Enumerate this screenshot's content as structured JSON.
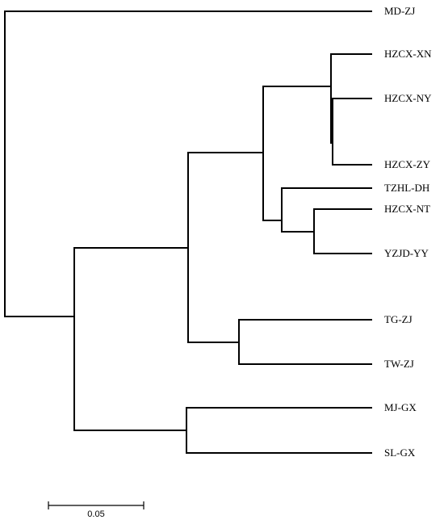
{
  "tree": {
    "taxa": {
      "md_zj": "MD-ZJ",
      "hzcx_xn": "HZCX-XN",
      "hzcx_ny": "HZCX-NY",
      "hzcx_zy": "HZCX-ZY",
      "tzhl_dh": "TZHL-DH",
      "hzcx_nt": "HZCX-NT",
      "yzjd_yy": "YZJD-YY",
      "tg_zj": "TG-ZJ",
      "tw_zj": "TW-ZJ",
      "mj_gx": "MJ-GX",
      "sl_gx": "SL-GX"
    },
    "scale_bar": {
      "label": "0.05",
      "value": 0.05
    }
  }
}
